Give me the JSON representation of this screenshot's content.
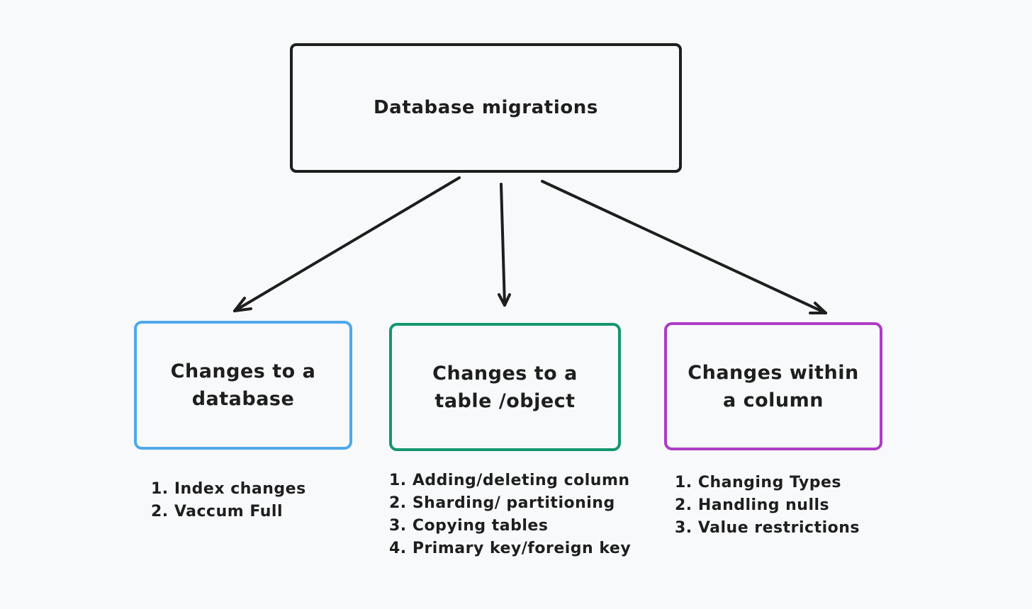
{
  "diagram": {
    "root": {
      "label": "Database migrations"
    },
    "branches": [
      {
        "id": "db",
        "label": "Changes to a\ndatabase",
        "border_color": "#4fa8ea",
        "items": [
          "1. Index changes",
          "2. Vaccum Full"
        ]
      },
      {
        "id": "table",
        "label": "Changes to a\ntable /object",
        "border_color": "#13966a",
        "items": [
          "1. Adding/deleting column",
          "2. Sharding/ partitioning",
          "3. Copying tables",
          "4. Primary key/foreign key"
        ]
      },
      {
        "id": "column",
        "label": "Changes within\na column",
        "border_color": "#ad3cc6",
        "items": [
          "1. Changing Types",
          "2. Handling nulls",
          "3. Value restrictions"
        ]
      }
    ],
    "stroke_color": "#1e1e1e",
    "background": "#f8f9fa"
  }
}
